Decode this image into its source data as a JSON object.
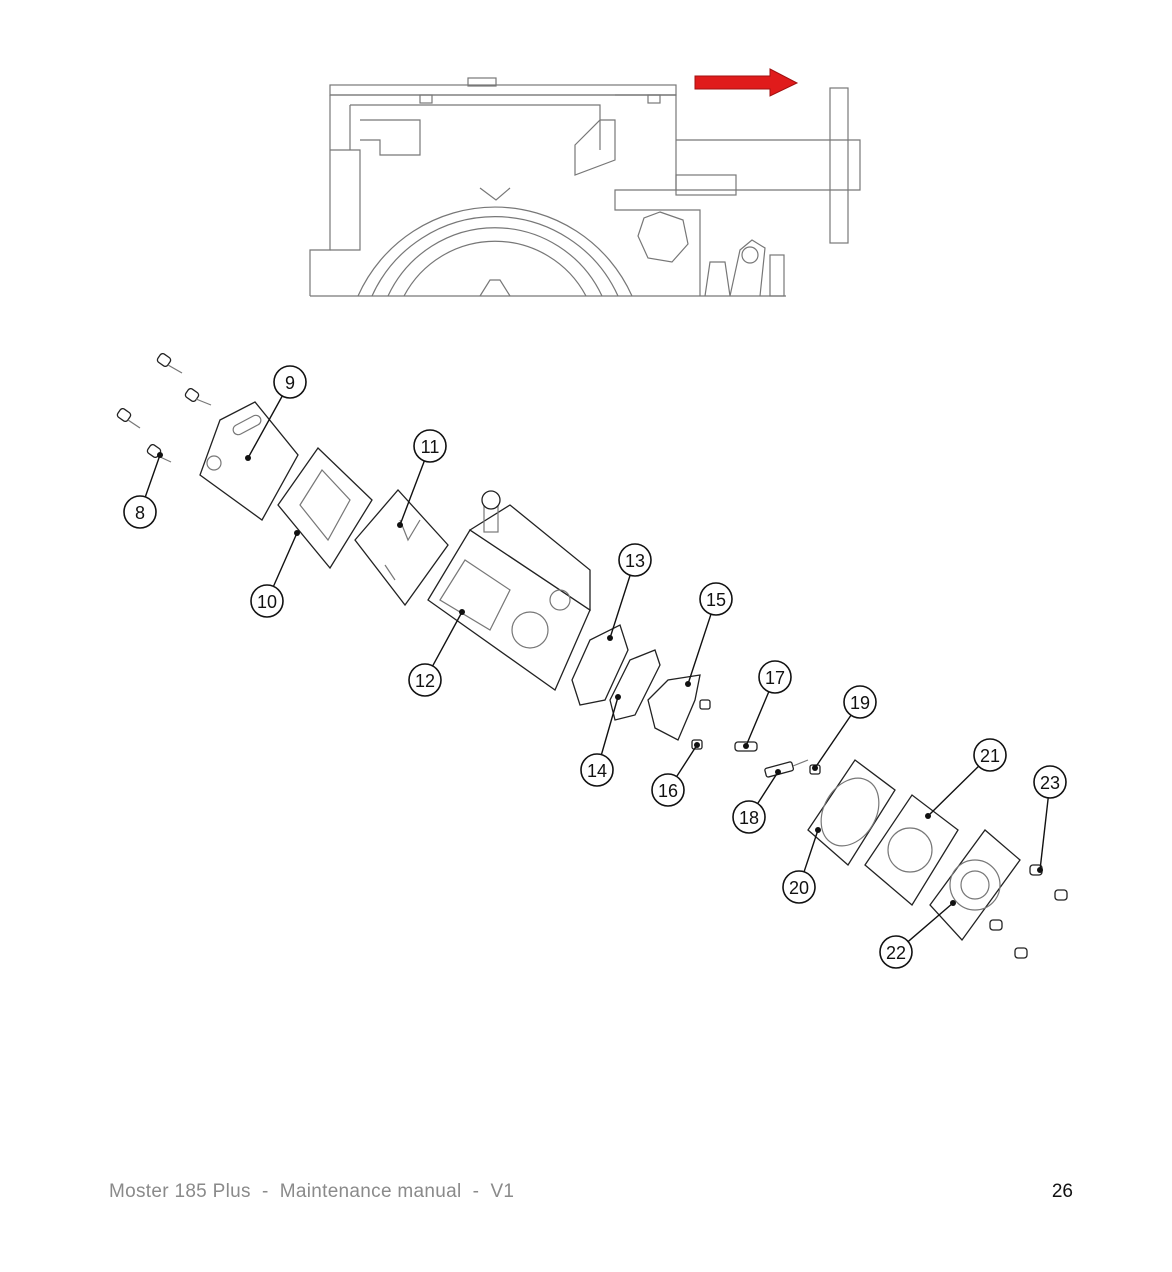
{
  "footer": {
    "title": "Moster 185 Plus  -  Maintenance manual  -  V1",
    "page_number": "26"
  },
  "arrow_color": "#e01b1b",
  "callouts": [
    "8",
    "9",
    "10",
    "11",
    "12",
    "13",
    "14",
    "15",
    "16",
    "17",
    "18",
    "19",
    "20",
    "21",
    "22",
    "23"
  ]
}
